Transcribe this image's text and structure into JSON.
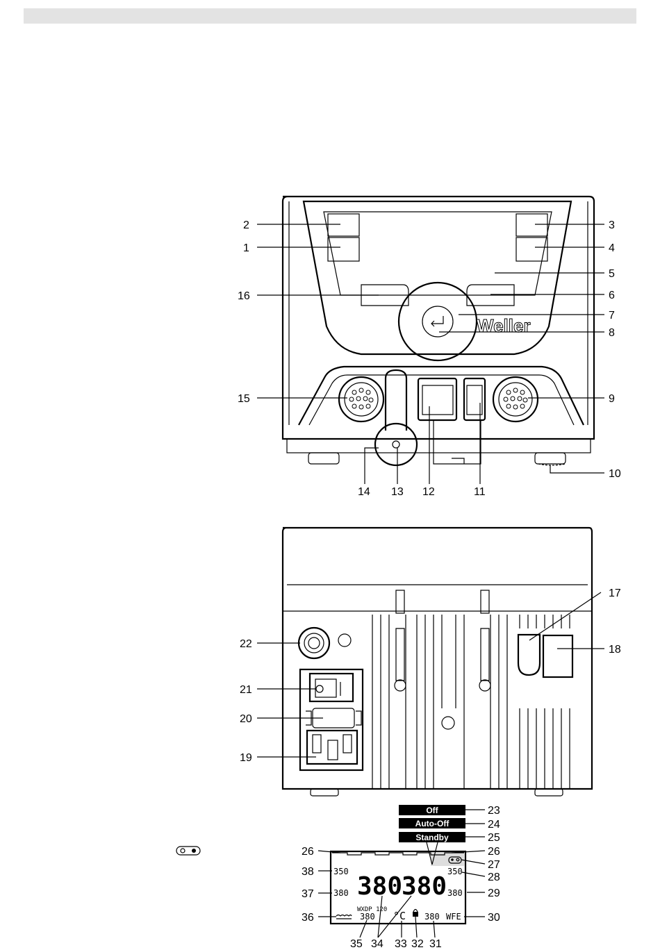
{
  "callouts": {
    "front": [
      "1",
      "2",
      "3",
      "4",
      "5",
      "6",
      "7",
      "8",
      "9",
      "10",
      "11",
      "12",
      "13",
      "14",
      "15",
      "16"
    ],
    "rear": [
      "17",
      "18",
      "19",
      "20",
      "21",
      "22"
    ],
    "display": [
      "23",
      "24",
      "25",
      "26",
      "26",
      "27",
      "28",
      "29",
      "30",
      "31",
      "32",
      "33",
      "34",
      "35",
      "36",
      "37",
      "38"
    ]
  },
  "logo": "Weller",
  "display": {
    "status_off": "Off",
    "status_auto_off": "Auto-Off",
    "status_standby": "Standby",
    "big_left": "380",
    "big_right": "380",
    "left_upper": "350",
    "left_lower": "380",
    "right_upper": "350",
    "right_lower": "380",
    "tool_name": "WXDP 120",
    "tool_temp": "380",
    "unit": "°C",
    "bottom_temp": "380",
    "wfe": "WFE"
  }
}
